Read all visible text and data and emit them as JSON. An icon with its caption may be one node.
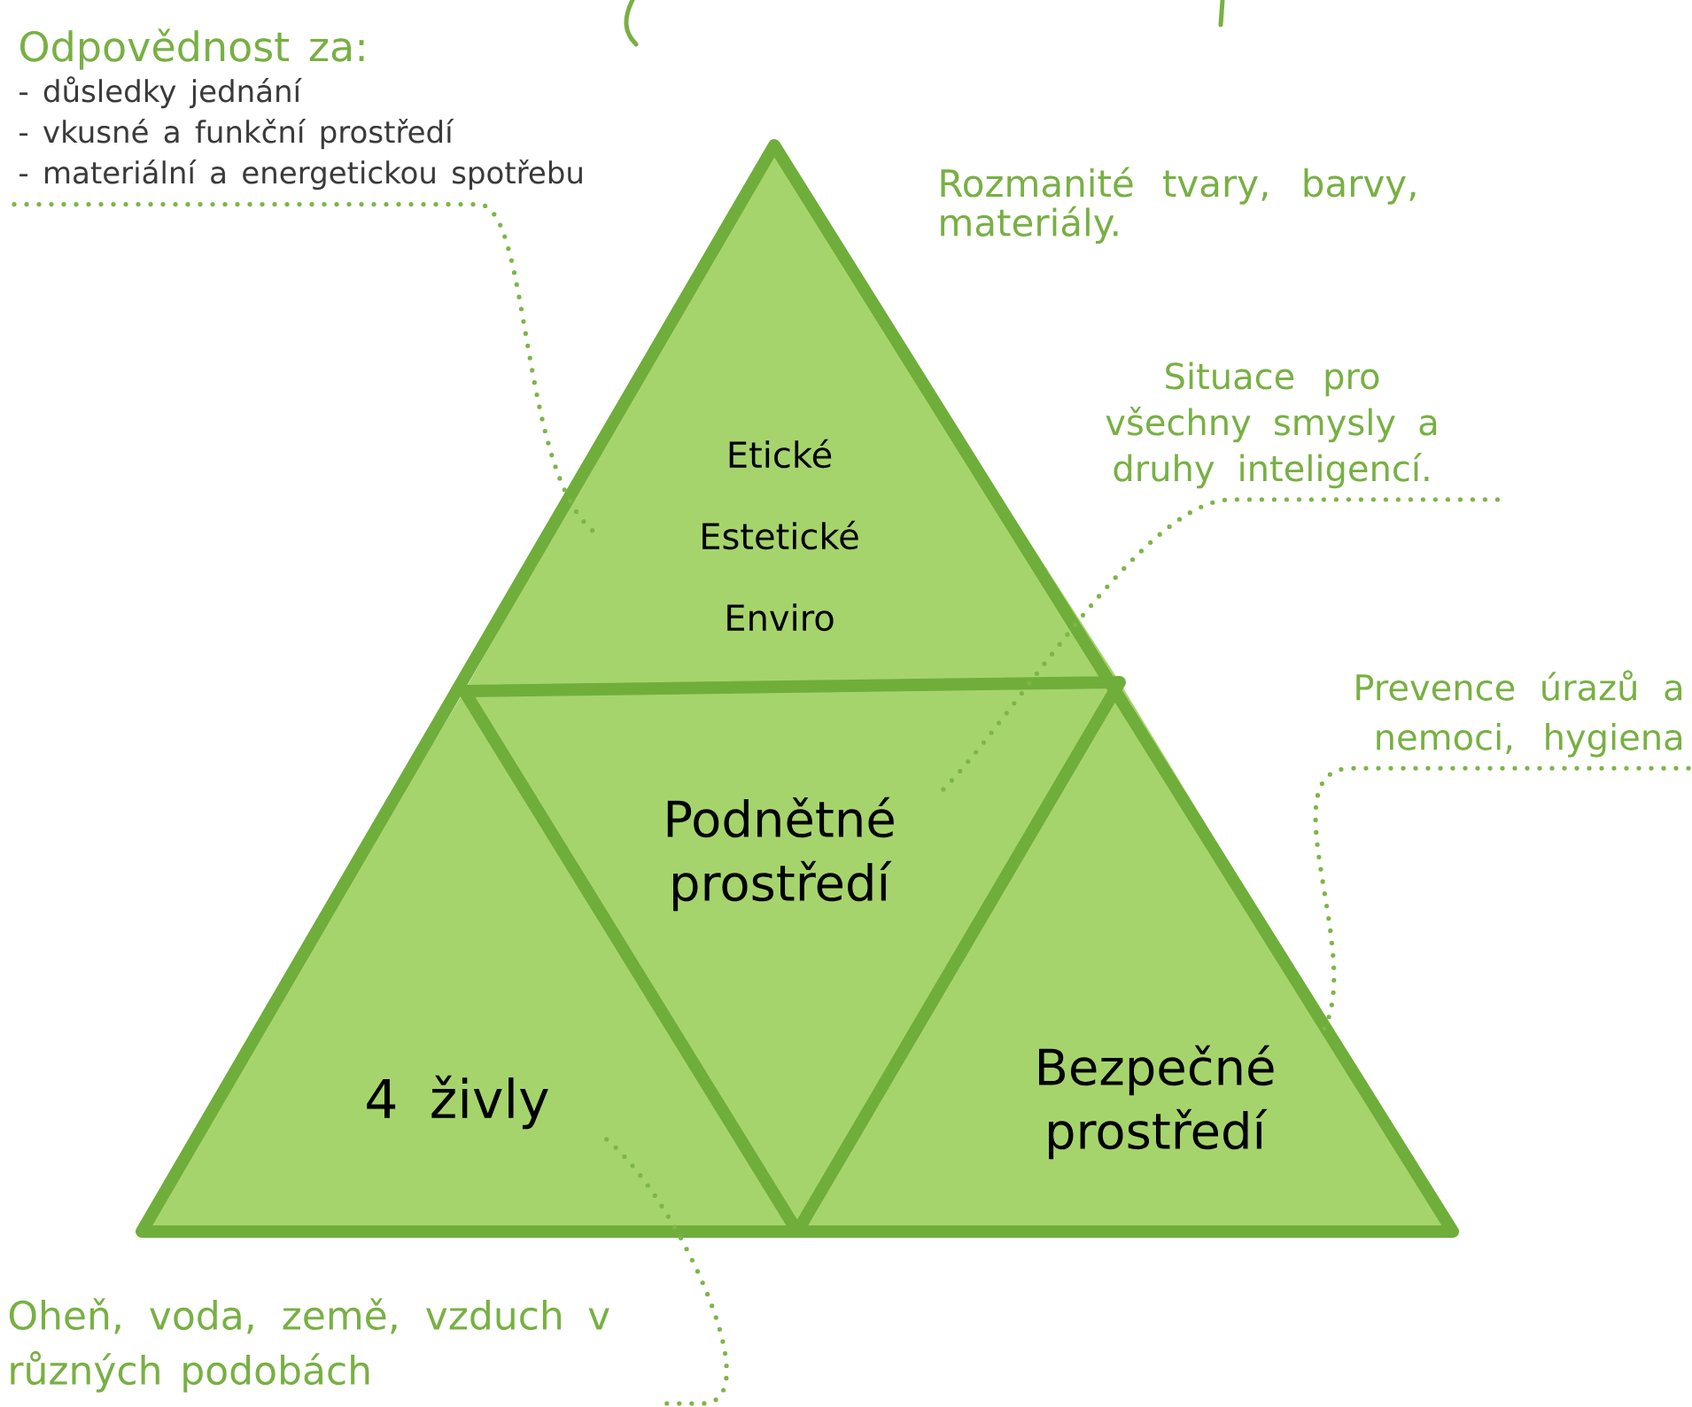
{
  "diagram": {
    "nodes": [
      {
        "text": [
          "Odpovědnost za:",
          "- důsledky jednání",
          "- vkusné a funkční prostředí",
          "- materiální a energetickou spotřebu"
        ]
      },
      {
        "text": [
          "Situace pro všechny smysly a druhy inteligencí."
        ]
      },
      {
        "text": [
          "Etické",
          "Estetické",
          "Enviro"
        ]
      },
      {
        "text": [
          "Prevence úrazů a nemoci, hygiena"
        ]
      },
      {
        "text": [
          "Podnětné prostředí"
        ]
      },
      {
        "text": [
          "4 živly"
        ]
      },
      {
        "text": [
          "Bezpečné prostředí"
        ]
      },
      {
        "text": [
          "Oheň, voda, země, vzduch v různých podobách"
        ]
      }
    ],
    "edges": [
      {
        "from": 0,
        "to": 2,
        "arrow": "none"
      },
      {
        "from": 1,
        "to": 4,
        "arrow": "none"
      },
      {
        "from": 3,
        "to": 6,
        "arrow": "none"
      },
      {
        "from": 7,
        "to": 5,
        "arrow": "none"
      }
    ],
    "labels": [
      "Rozmanité tvary, barvy, materiály."
    ]
  }
}
